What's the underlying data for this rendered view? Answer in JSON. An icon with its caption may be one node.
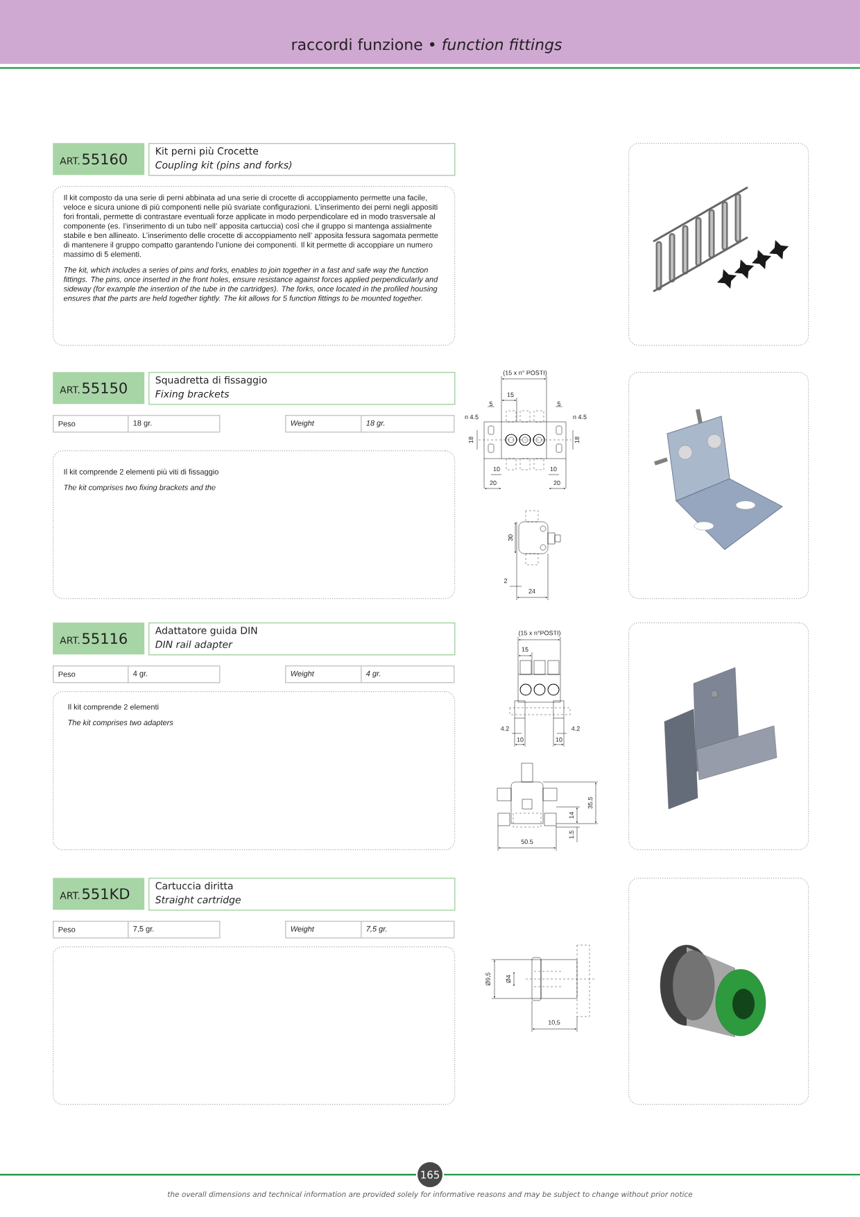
{
  "diagram": {
    "title": "raccordi funzione • *function fittings*",
    "nodes": [
      {
        "text": [
          "ART.",
          "55160"
        ]
      },
      {
        "text": [
          "Kit perni più Crocette",
          "Coupling kit (pins and forks)"
        ]
      },
      {
        "text": [
          "Il kit composto da una serie di perni abbinata ad una serie di crocette di accoppiamento permette una facile, veloce e sicura unione di più componenti nelle più svariate configurazioni. L’inserimento dei perni negli appositi fori frontali, permette di contrastare eventuali forze applicate in modo perpendicolare ed in modo trasversale al componente (es. l’inserimento di un tubo nell’ apposita cartuccia) così che il gruppo si mantenga assialmente stabile e ben allineato. L’inserimento delle crocette di accoppiamento nell’ apposita fessura sagomata permette di mantenere il gruppo compatto garantendo l’unione dei componenti. Il kit permette di accoppiare un numero massimo di 5 elementi.",
          "The kit, which includes a series of pins and forks, enables to join together in a fast and safe way the function fittings. The pins, once inserted in the front holes, ensure resistance against forces applied perpendicularly and sideway (for example the insertion of the tube in the cartridges). The forks, once located in the profiled housing ensures that the parts are held together tightly. The kit allows for 5 function fittings to be mounted together."
        ]
      },
      {
        "text": [],
        "shape": "picture"
      },
      {
        "text": [
          "ART.",
          "55150"
        ]
      },
      {
        "text": [
          "Squadretta di fissaggio",
          "Fixing brackets"
        ]
      },
      {
        "text": [
          "Peso"
        ]
      },
      {
        "text": [
          "18 gr."
        ]
      },
      {
        "text": [
          "Weight"
        ]
      },
      {
        "text": [
          "18 gr."
        ]
      },
      {
        "text": [
          "Il kit comprende 2 elementi più viti di fissaggio",
          "The kit comprises two fixing brackets and the"
        ]
      },
      {
        "text": [],
        "shape": "picture"
      },
      {
        "text": [
          "ART.",
          "55116"
        ]
      },
      {
        "text": [
          "Adattatore guida DIN",
          "DIN rail adapter"
        ]
      },
      {
        "text": [
          "Peso"
        ]
      },
      {
        "text": [
          "4 gr."
        ]
      },
      {
        "text": [
          "Weight"
        ]
      },
      {
        "text": [
          "4 gr."
        ]
      },
      {
        "text": [
          "Il kit comprende 2 elementi",
          "The kit comprises two adapters"
        ]
      },
      {
        "text": [],
        "shape": "picture"
      },
      {
        "text": [
          "ART.",
          "551KD"
        ]
      },
      {
        "text": [
          "Cartuccia diritta",
          "Straight cartridge"
        ]
      },
      {
        "text": [
          "Peso"
        ]
      },
      {
        "text": [
          "7,5 gr."
        ]
      },
      {
        "text": [
          "Weight"
        ]
      },
      {
        "text": [
          "7,5 gr."
        ]
      },
      {
        "text": [],
        "shape": "box"
      },
      {
        "text": [],
        "shape": "picture"
      }
    ],
    "labels": [
      "(15 x n° POSTI)",
      "15",
      "5",
      "5",
      "n 4.5",
      "n 4.5",
      "18",
      "18",
      "10",
      "10",
      "20",
      "20",
      "30",
      "2",
      "24",
      "(15 x n°POSTI)",
      "15",
      "4.2",
      "4.2",
      "10",
      "10",
      "35.5",
      "14",
      "1.5",
      "50.5",
      "Ø9,5",
      "Ø4",
      "10,5",
      "165",
      "the overall dimensions and technical information are provided solely for informative reasons and may be subject to change without prior notice"
    ]
  }
}
